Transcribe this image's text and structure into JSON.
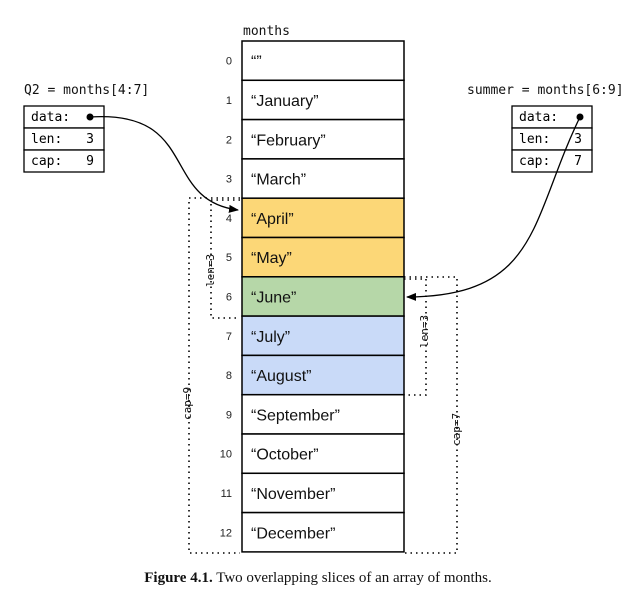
{
  "array": {
    "title": "months",
    "indices": [
      "0",
      "1",
      "2",
      "3",
      "4",
      "5",
      "6",
      "7",
      "8",
      "9",
      "10",
      "11",
      "12"
    ],
    "cells": [
      "“”",
      "“January”",
      "“February”",
      "“March”",
      "“April”",
      "“May”",
      "“June”",
      "“July”",
      "“August”",
      "“September”",
      "“October”",
      "“November”",
      "“December”"
    ],
    "cell_colors": [
      "#ffffff",
      "#ffffff",
      "#ffffff",
      "#ffffff",
      "#fcd777",
      "#fcd777",
      "#b6d7a8",
      "#c9daf8",
      "#c9daf8",
      "#ffffff",
      "#ffffff",
      "#ffffff",
      "#ffffff"
    ]
  },
  "q2": {
    "decl": "Q2 = months[4:7]",
    "rows": [
      {
        "label": "data:",
        "value": ""
      },
      {
        "label": "len:",
        "value": "3"
      },
      {
        "label": "cap:",
        "value": "9"
      }
    ],
    "len_label": "len=3",
    "cap_label": "cap=9"
  },
  "summer": {
    "decl": "summer = months[6:9]",
    "rows": [
      {
        "label": "data:",
        "value": ""
      },
      {
        "label": "len:",
        "value": "3"
      },
      {
        "label": "cap:",
        "value": "7"
      }
    ],
    "len_label": "len=3",
    "cap_label": "cap=7"
  },
  "caption": {
    "label": "Figure 4.1.",
    "text": "Two overlapping slices of an array of months."
  }
}
